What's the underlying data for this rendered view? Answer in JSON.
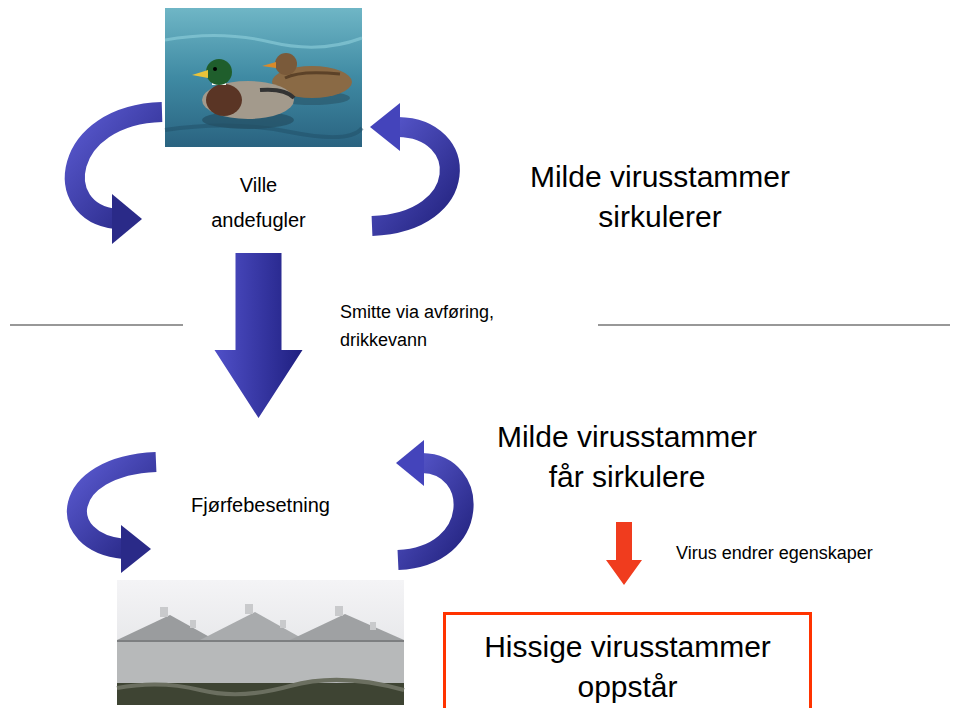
{
  "diagram": {
    "nodes": [
      {
        "text": [
          "Ville andefugler"
        ]
      },
      {
        "text": [
          "Fjørfebesetning"
        ]
      },
      {
        "text": [
          "Hissige virusstammer oppstår"
        ]
      }
    ],
    "edges": [
      {
        "from": 0,
        "to": 1,
        "arrow": "to",
        "label": "Smitte via avføring, drikkevann"
      }
    ],
    "labels": [
      "Milde virusstammer sirkulerer",
      "Milde virusstammer får sirkulere",
      "Virus endrer egenskaper"
    ]
  }
}
